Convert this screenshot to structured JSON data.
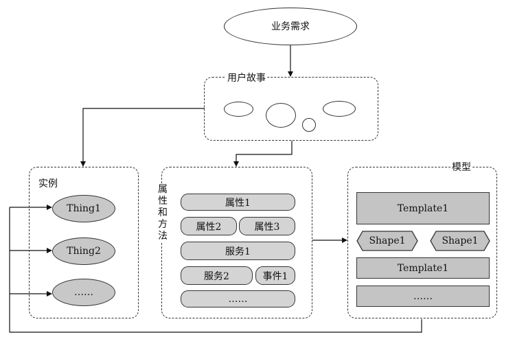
{
  "top_node": {
    "label": "业务需求"
  },
  "user_story": {
    "label": "用户故事"
  },
  "instances": {
    "label": "实例",
    "items": [
      "Thing1",
      "Thing2",
      "……"
    ]
  },
  "attributes_methods": {
    "label": "属性和方法",
    "items": {
      "attr1": "属性1",
      "attr2": "属性2",
      "attr3": "属性3",
      "service1": "服务1",
      "service2": "服务2",
      "event1": "事件1",
      "more": "……"
    }
  },
  "model": {
    "label": "模型",
    "template_top": "Template1",
    "shape_left": "Shape1",
    "shape_right": "Shape1",
    "template_bottom": "Template1",
    "more": "……"
  },
  "colors": {
    "fill_gray": "#c8c8c8",
    "stroke": "#333333"
  }
}
